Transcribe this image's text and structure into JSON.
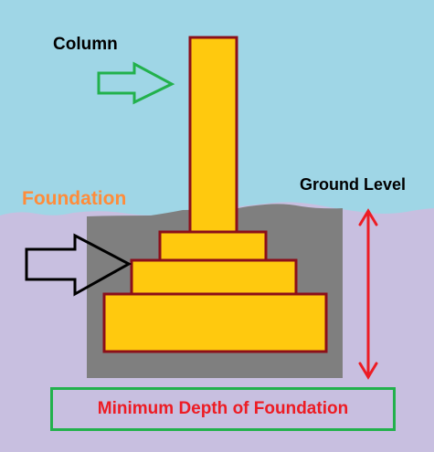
{
  "labels": {
    "column": "Column",
    "foundation": "Foundation",
    "ground_level": "Ground Level",
    "minimum_depth": "Minimum Depth of Foundation"
  },
  "colors": {
    "sky": "#9fd6e6",
    "soil": "#c8bfe0",
    "excavation": "#7f7f7f",
    "concrete": "#ffc90e",
    "outline": "#8b0f1a",
    "column_label": "#000000",
    "foundation_label": "#ff8c3a",
    "ground_label": "#000000",
    "min_depth_text": "#ed1c24",
    "min_depth_border": "#22b14c",
    "column_arrow": "#22b14c",
    "foundation_arrow": "#000000",
    "depth_arrow": "#ed1c24"
  },
  "icons": {
    "column_pointer": "right-arrow-icon",
    "foundation_pointer": "right-arrow-icon",
    "depth_indicator": "double-headed-arrow-icon"
  }
}
